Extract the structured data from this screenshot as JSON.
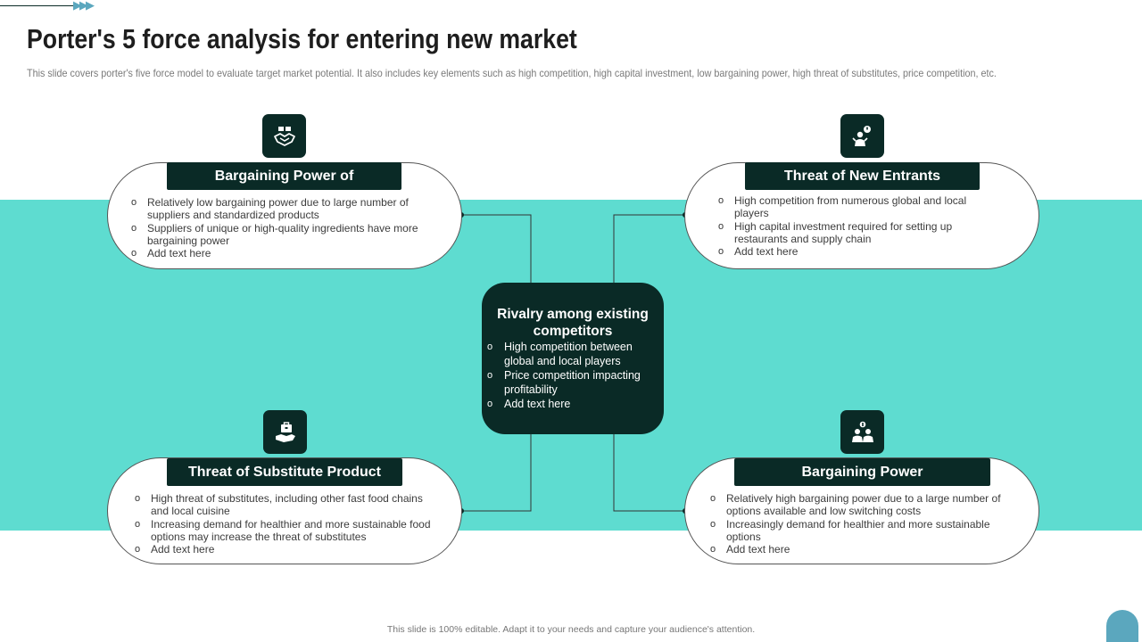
{
  "title": "Porter's 5 force analysis for entering new market",
  "subtitle": "This slide covers porter's five force model to evaluate target market potential. It also includes key elements such as high competition, high capital investment, low bargaining power, high threat of substitutes, price competition, etc.",
  "colors": {
    "band": "#5edcd0",
    "dark": "#0a2a26",
    "accent": "#5ba7be"
  },
  "forces": {
    "top_left": {
      "label": "Bargaining Power of",
      "icon": "handshake-money-icon",
      "bullets": [
        "Relatively low bargaining power due to large number of suppliers and standardized products",
        "Suppliers of unique or high-quality ingredients have more bargaining power",
        "Add text here"
      ]
    },
    "top_right": {
      "label": "Threat of New Entrants",
      "icon": "person-alert-icon",
      "bullets": [
        "High competition from numerous global and local players",
        "High capital investment required for setting up restaurants and supply chain",
        "Add text here"
      ]
    },
    "bottom_left": {
      "label": "Threat of Substitute Product",
      "icon": "hand-briefcase-icon",
      "bullets": [
        "High threat of substitutes, including other fast food chains and local cuisine",
        "Increasing demand for healthier and more sustainable food options may increase the threat of substitutes",
        "Add text here"
      ]
    },
    "bottom_right": {
      "label": "Bargaining Power",
      "icon": "people-money-icon",
      "bullets": [
        "Relatively high bargaining power due to a large number of options available and low switching costs",
        "Increasingly demand for healthier and more sustainable options",
        "Add text here"
      ]
    }
  },
  "center": {
    "title": "Rivalry among existing competitors",
    "bullets": [
      "High competition between global and local players",
      "Price competition impacting profitability",
      "Add text here"
    ]
  },
  "footer": "This slide is 100% editable. Adapt it to your needs and capture your audience's attention."
}
